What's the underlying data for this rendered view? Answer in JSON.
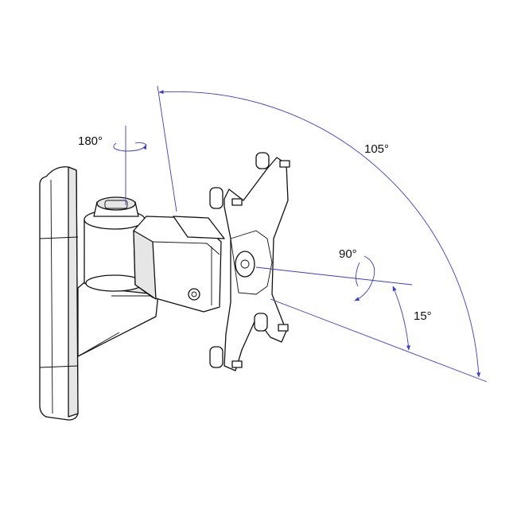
{
  "diagram": {
    "angles": {
      "swivel": "180°",
      "tilt_range": "105°",
      "rotation": "90°",
      "tilt_down": "15°"
    }
  },
  "colors": {
    "dimension_line": "#3b3bd6",
    "outline": "#111111",
    "shade": "#e6e6e6"
  },
  "icons": [
    "rotation-arrow-icon",
    "dimension-arrow-icon"
  ]
}
